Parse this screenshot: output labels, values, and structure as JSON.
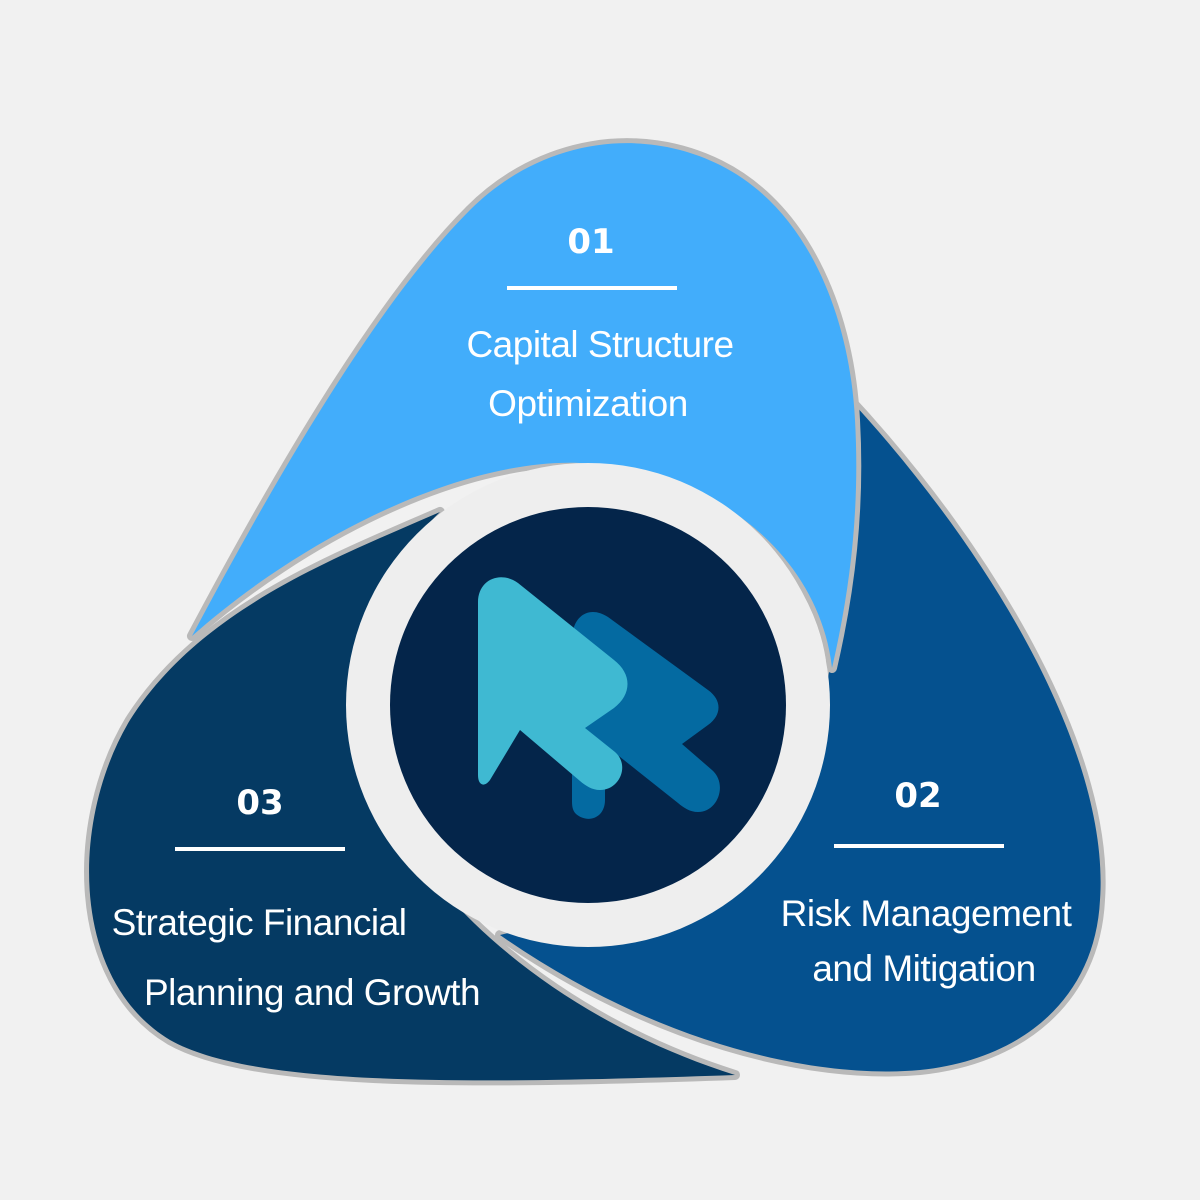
{
  "colors": {
    "background": "#f1f1f1",
    "outline": "#b9b9b9",
    "segment_01": "#42adfb",
    "segment_02": "#05518f",
    "segment_03": "#053a63",
    "ring": "#eeeeee",
    "center": "#04254a",
    "arrow_light": "#3fb9d2",
    "arrow_dark": "#046aa1"
  },
  "segments": [
    {
      "number": "01",
      "label_lines": [
        "Capital Structure",
        "Optimization"
      ]
    },
    {
      "number": "02",
      "label_lines": [
        "Risk Management",
        "and Mitigation"
      ]
    },
    {
      "number": "03",
      "label_lines": [
        "Strategic Financial",
        "Planning and Growth"
      ]
    }
  ],
  "center_icon": "double-arrow-logo-icon"
}
